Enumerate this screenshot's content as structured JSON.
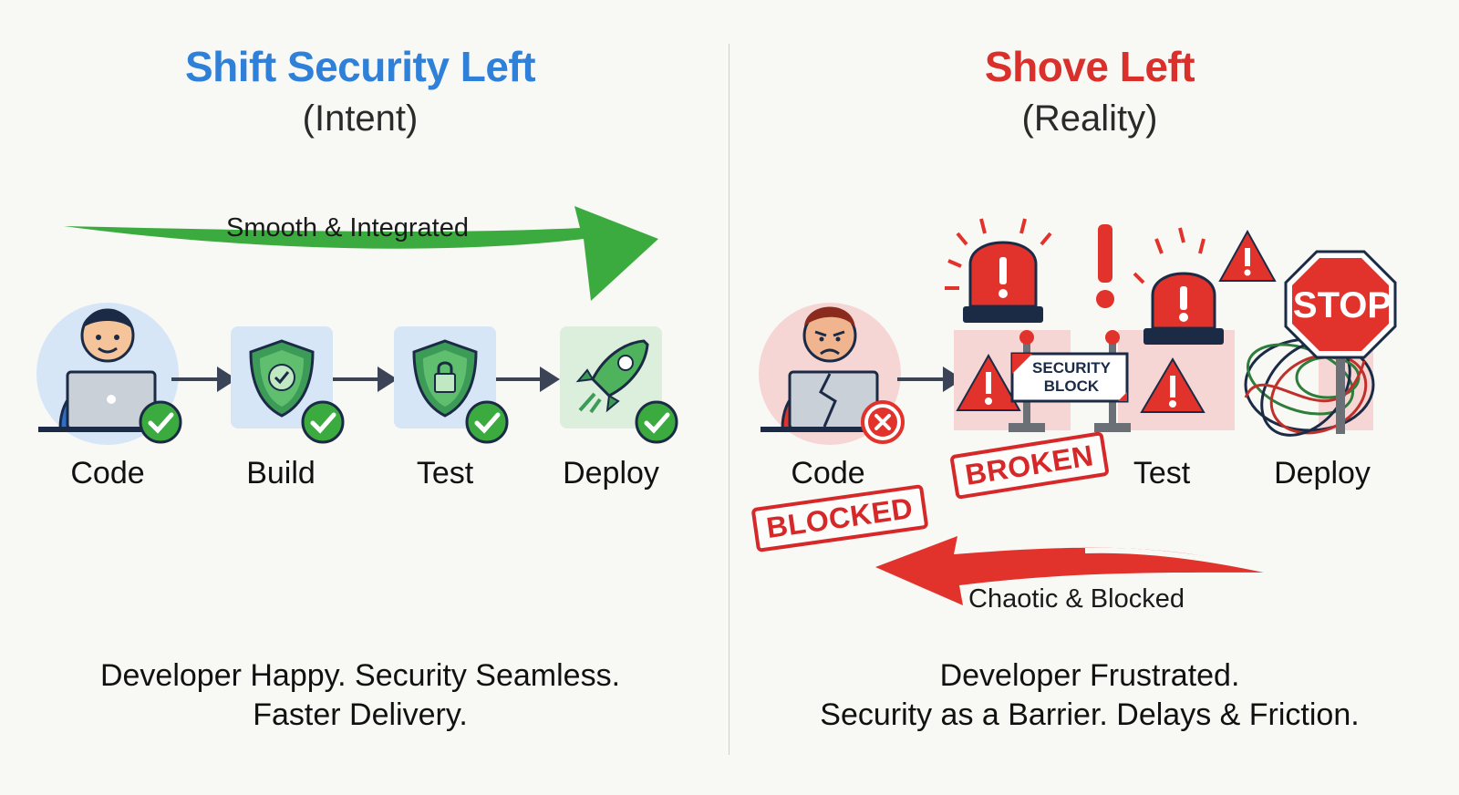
{
  "left": {
    "title": "Shift Security Left",
    "subtitle": "(Intent)",
    "arrow_text": "Smooth & Integrated",
    "stages": [
      "Code",
      "Build",
      "Test",
      "Deploy"
    ],
    "caption_line1": "Developer Happy. Security Seamless.",
    "caption_line2": "Faster Delivery."
  },
  "right": {
    "title": "Shove Left",
    "subtitle": "(Reality)",
    "stages": [
      "Code",
      "Test",
      "Deploy"
    ],
    "barrier_line1": "SECURITY",
    "barrier_line2": "BLOCK",
    "stop_sign": "STOP",
    "stamp_blocked": "BLOCKED",
    "stamp_broken": "BROKEN",
    "arrow_text": "Chaotic & Blocked",
    "caption_line1": "Developer Frustrated.",
    "caption_line2": "Security as a Barrier. Delays & Friction."
  },
  "colors": {
    "blue_title": "#2f80d8",
    "red_title": "#d9302b",
    "green": "#3cab3f",
    "red": "#e1332c",
    "arrow_gray": "#3b4457"
  },
  "icons": [
    "developer-happy-icon",
    "shield-check-icon",
    "shield-lock-icon",
    "rocket-icon",
    "check-badge-icon",
    "developer-angry-icon",
    "x-badge-icon",
    "siren-icon",
    "warning-icon",
    "stop-sign-icon",
    "tangled-wires-icon",
    "barrier-icon"
  ]
}
